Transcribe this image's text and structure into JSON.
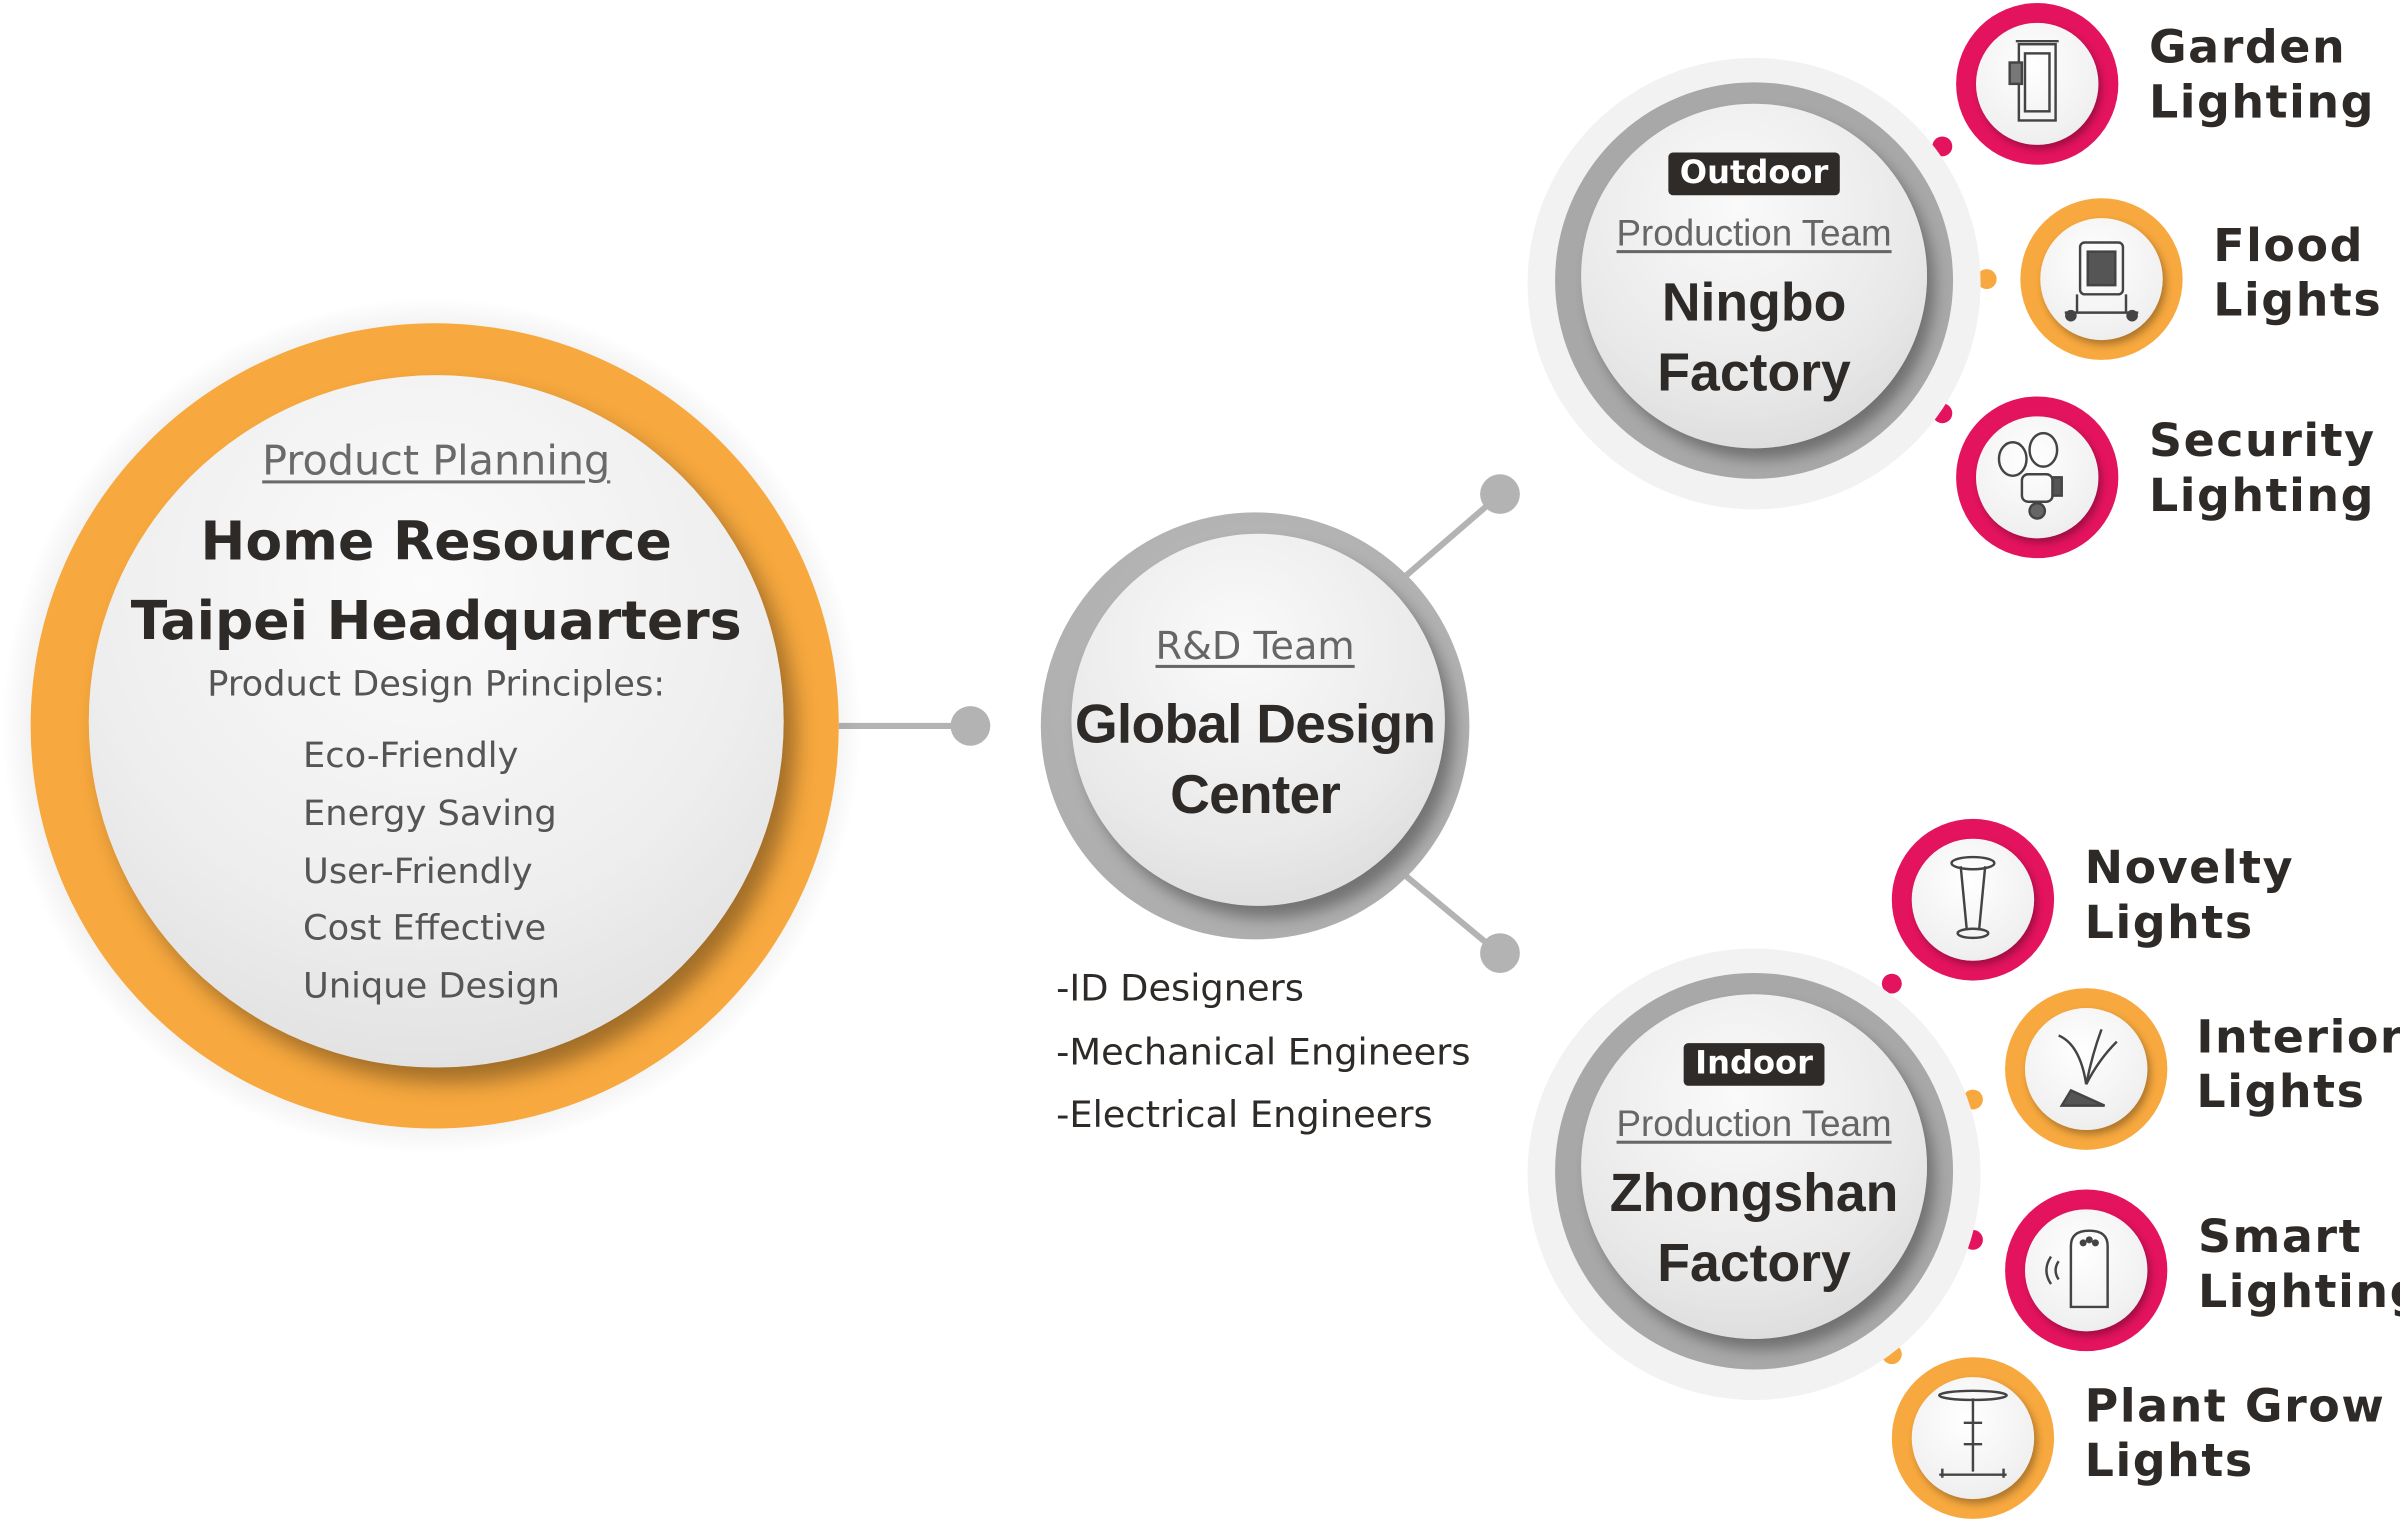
{
  "headquarters": {
    "subtitle": "Product Planning",
    "title_line1": "Home Resource",
    "title_line2": "Taipei Headquarters",
    "principles_heading": "Product Design Principles:",
    "principles": [
      "Eco-Friendly",
      "Energy Saving",
      "User-Friendly",
      "Cost Effective",
      "Unique Design"
    ]
  },
  "rd_center": {
    "team": "R&D Team",
    "title_line1": "Global Design",
    "title_line2": "Center",
    "roles": [
      "-ID Designers",
      "-Mechanical Engineers",
      "-Electrical Engineers"
    ]
  },
  "factories": [
    {
      "badge": "Outdoor",
      "team": "Production Team",
      "name_line1": "Ningbo",
      "name_line2": "Factory",
      "products": [
        {
          "line1": "Garden",
          "line2": "Lighting",
          "color": "#e4135e",
          "icon": "garden-lantern-icon"
        },
        {
          "line1": "Flood",
          "line2": "Lights",
          "color": "#f7a83e",
          "icon": "flood-light-icon"
        },
        {
          "line1": "Security",
          "line2": "Lighting",
          "color": "#e4135e",
          "icon": "security-light-icon"
        }
      ]
    },
    {
      "badge": "Indoor",
      "team": "Production Team",
      "name_line1": "Zhongshan",
      "name_line2": "Factory",
      "products": [
        {
          "line1": "Novelty",
          "line2": "Lights",
          "color": "#e4135e",
          "icon": "table-lamp-icon"
        },
        {
          "line1": "Interior",
          "line2": "Lights",
          "color": "#f7a83e",
          "icon": "desk-lamp-icon"
        },
        {
          "line1": "Smart",
          "line2": "Lighting",
          "color": "#e4135e",
          "icon": "smart-speaker-icon"
        },
        {
          "line1": "Plant Grow",
          "line2": "Lights",
          "color": "#f7a83e",
          "icon": "grow-light-icon"
        }
      ]
    }
  ],
  "colors": {
    "accent_orange": "#f7a83e",
    "accent_pink": "#e4135e",
    "connector_gray": "#b3b3b3",
    "text_dark": "#2e2a27"
  }
}
